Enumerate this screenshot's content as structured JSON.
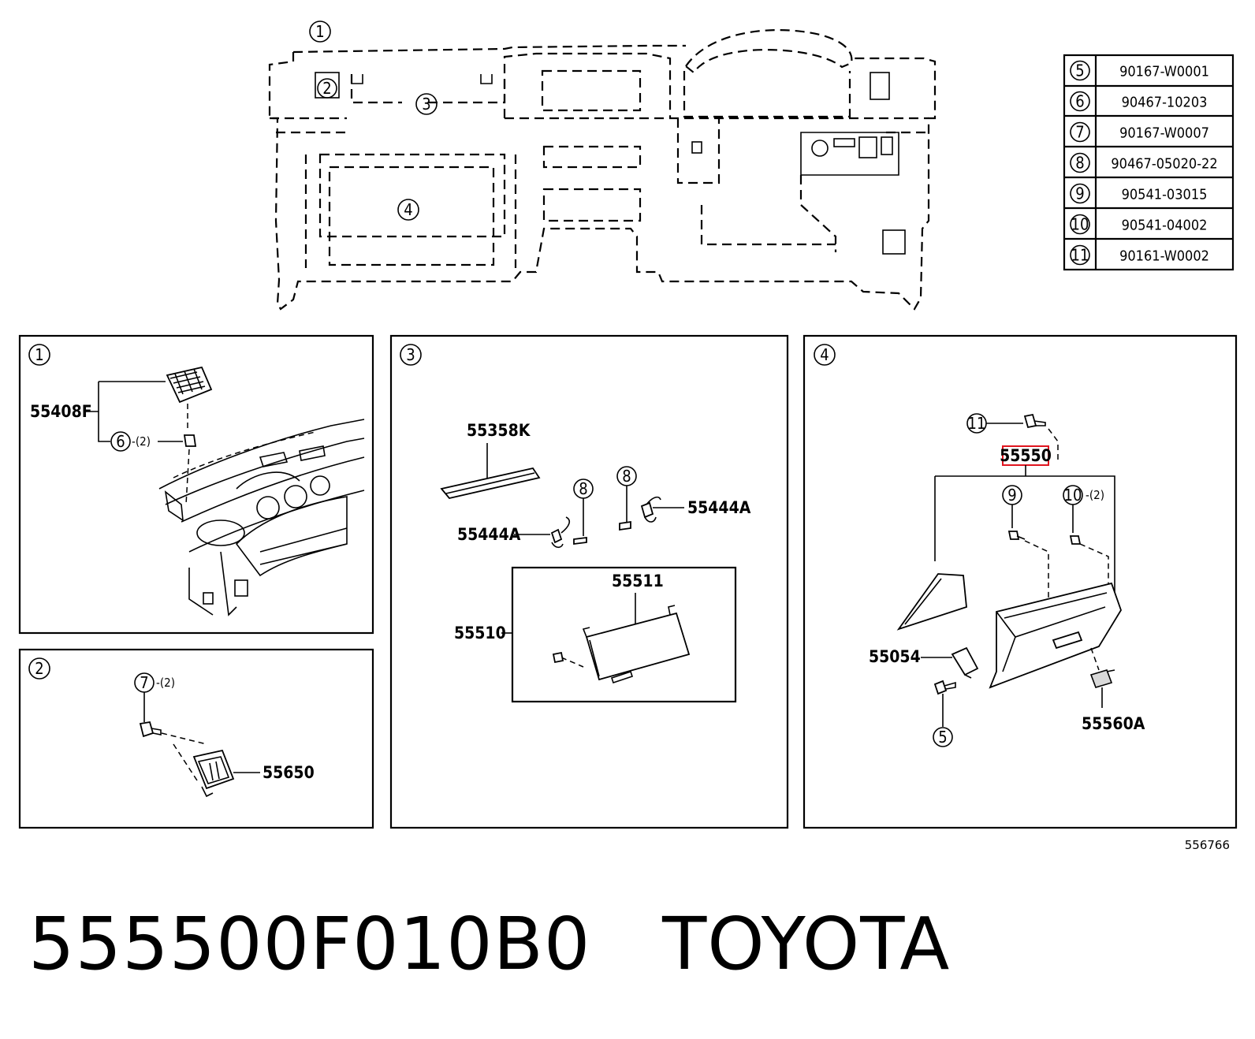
{
  "index_labels": {
    "n1": "1",
    "n2": "2",
    "n3": "3",
    "n4": "4",
    "n5": "5",
    "n6": "6",
    "n7": "7",
    "n8": "8",
    "n9": "9",
    "n10": "10",
    "n11": "11"
  },
  "parts_table": [
    {
      "index": "5",
      "part_number": "90167-W0001"
    },
    {
      "index": "6",
      "part_number": "90467-10203"
    },
    {
      "index": "7",
      "part_number": "90167-W0007"
    },
    {
      "index": "8",
      "part_number": "90467-05020-22"
    },
    {
      "index": "9",
      "part_number": "90541-03015"
    },
    {
      "index": "10",
      "part_number": "90541-04002"
    },
    {
      "index": "11",
      "part_number": "90161-W0002"
    }
  ],
  "panel1": {
    "part_55408F": "55408F",
    "qty_6": "-(2)"
  },
  "panel2": {
    "part_55650": "55650",
    "qty_7": "-(2)"
  },
  "panel3": {
    "part_55358K": "55358K",
    "part_55444A_left": "55444A",
    "part_55444A_right": "55444A",
    "part_55511": "55511",
    "part_55510": "55510"
  },
  "panel4": {
    "part_55550_highlighted": "55550",
    "part_55054": "55054",
    "part_55560A": "55560A",
    "qty_10": "-(2)"
  },
  "colors": {
    "highlight_border": "#e0141e",
    "line": "#000000",
    "background": "#ffffff"
  },
  "footer": {
    "title": "555500F010B0   TOYOTA",
    "code": "556766"
  }
}
